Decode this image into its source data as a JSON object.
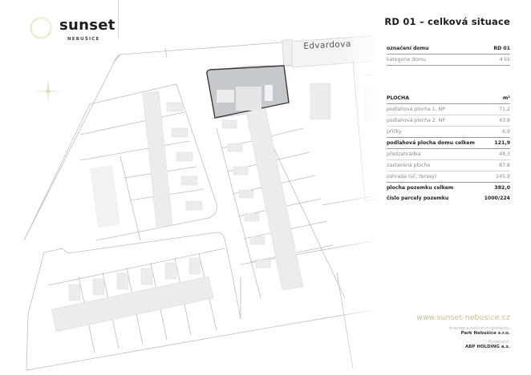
{
  "brand": {
    "name": "sunset",
    "subtitle": "NEBUŠICE",
    "ring_color": "#e6e0c4"
  },
  "header": {
    "title": "RD 01 – celková situace"
  },
  "map": {
    "street_label": "Edvardova",
    "highlight_color": "#c5c8cc",
    "compass_icon": "compass-rose-icon"
  },
  "house_info": {
    "rows": [
      {
        "label": "označení domu",
        "value": "RD 01",
        "style": "bold"
      },
      {
        "label": "kategorie domu",
        "value": "4 kk",
        "style": "light"
      }
    ]
  },
  "areas": {
    "header": {
      "label": "PLOCHA",
      "unit": "m²"
    },
    "rows": [
      {
        "label": "podlahová plocha 1. NP",
        "value": "71,2",
        "style": "light"
      },
      {
        "label": "podlahová plocha 2. NP",
        "value": "43,8",
        "style": "light"
      },
      {
        "label": "příčky",
        "value": "6,9",
        "style": "light"
      },
      {
        "label": "podlahová plocha domu celkem",
        "value": "121,9",
        "style": "bold"
      },
      {
        "label": "předzahrádka",
        "value": "48,3",
        "style": "light"
      },
      {
        "label": "zastavěná plocha",
        "value": "87,8",
        "style": "light"
      },
      {
        "label": "zahrada (vč. terasy)",
        "value": "245,9",
        "style": "light"
      },
      {
        "label": "plocha pozemku celkem",
        "value": "382,0",
        "style": "bold"
      },
      {
        "label": "číslo parcely pozemku",
        "value": "1000/224",
        "style": "bold"
      }
    ]
  },
  "footer": {
    "website": "www.sunset-nebusice.cz",
    "investor_label": "Investor a exkluzivní prodejce:",
    "investor": "Park Nebušice s.r.o.",
    "supplier_label": "Dodavatel:",
    "supplier": "ABP HOLDING a.s.",
    "accent_color": "#cbb88a"
  }
}
